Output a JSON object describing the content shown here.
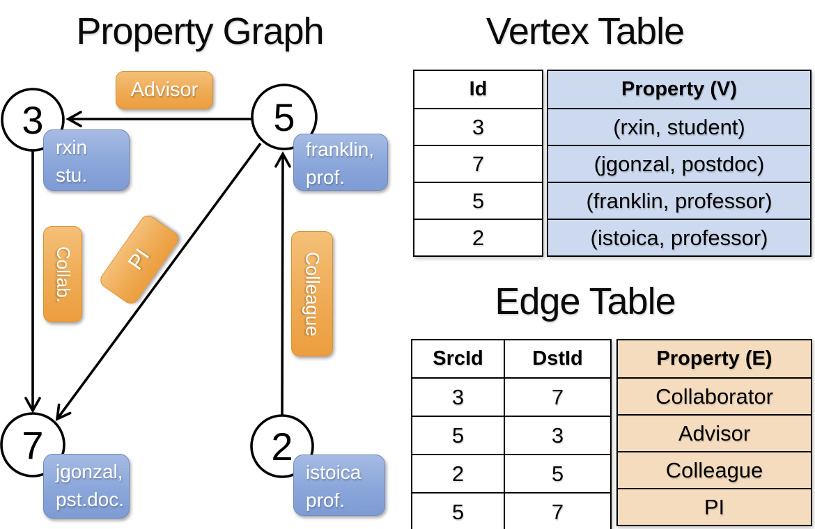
{
  "graph": {
    "title": "Property Graph",
    "vertices": [
      {
        "id": "3",
        "label_line1": "rxin",
        "label_line2": "stu."
      },
      {
        "id": "5",
        "label_line1": "franklin,",
        "label_line2": "prof."
      },
      {
        "id": "7",
        "label_line1": "jgonzal,",
        "label_line2": "pst.doc."
      },
      {
        "id": "2",
        "label_line1": "istoica",
        "label_line2": "prof."
      }
    ],
    "edges": [
      {
        "label": "Advisor",
        "src": "5",
        "dst": "3"
      },
      {
        "label": "Collab.",
        "src": "3",
        "dst": "7"
      },
      {
        "label": "PI",
        "src": "5",
        "dst": "7"
      },
      {
        "label": "Colleague",
        "src": "2",
        "dst": "5"
      }
    ]
  },
  "vertex_table": {
    "title": "Vertex Table",
    "headers": [
      "Id",
      "Property (V)"
    ],
    "rows": [
      {
        "id": "3",
        "property": "(rxin, student)"
      },
      {
        "id": "7",
        "property": "(jgonzal, postdoc)"
      },
      {
        "id": "5",
        "property": "(franklin, professor)"
      },
      {
        "id": "2",
        "property": "(istoica, professor)"
      }
    ]
  },
  "edge_table": {
    "title": "Edge Table",
    "headers": [
      "SrcId",
      "DstId",
      "Property (E)"
    ],
    "rows": [
      {
        "src": "3",
        "dst": "7",
        "property": "Collaborator"
      },
      {
        "src": "5",
        "dst": "3",
        "property": "Advisor"
      },
      {
        "src": "2",
        "dst": "5",
        "property": "Colleague"
      },
      {
        "src": "5",
        "dst": "7",
        "property": "PI"
      }
    ]
  },
  "colors": {
    "edge_label_gradient_top": "#F4C078",
    "edge_label_gradient_bottom": "#EC9E3E",
    "edge_label_border": "#DD8F33",
    "vertex_label_gradient_top": "#A6BBE3",
    "vertex_label_gradient_bottom": "#7E9BD4",
    "vertex_label_border": "#6F88C0",
    "vertex_table_property_bg": "#CCD9EE",
    "edge_table_property_bg": "#F5DCBE",
    "stroke": "#000000",
    "label_text": "#FFFFFF"
  }
}
